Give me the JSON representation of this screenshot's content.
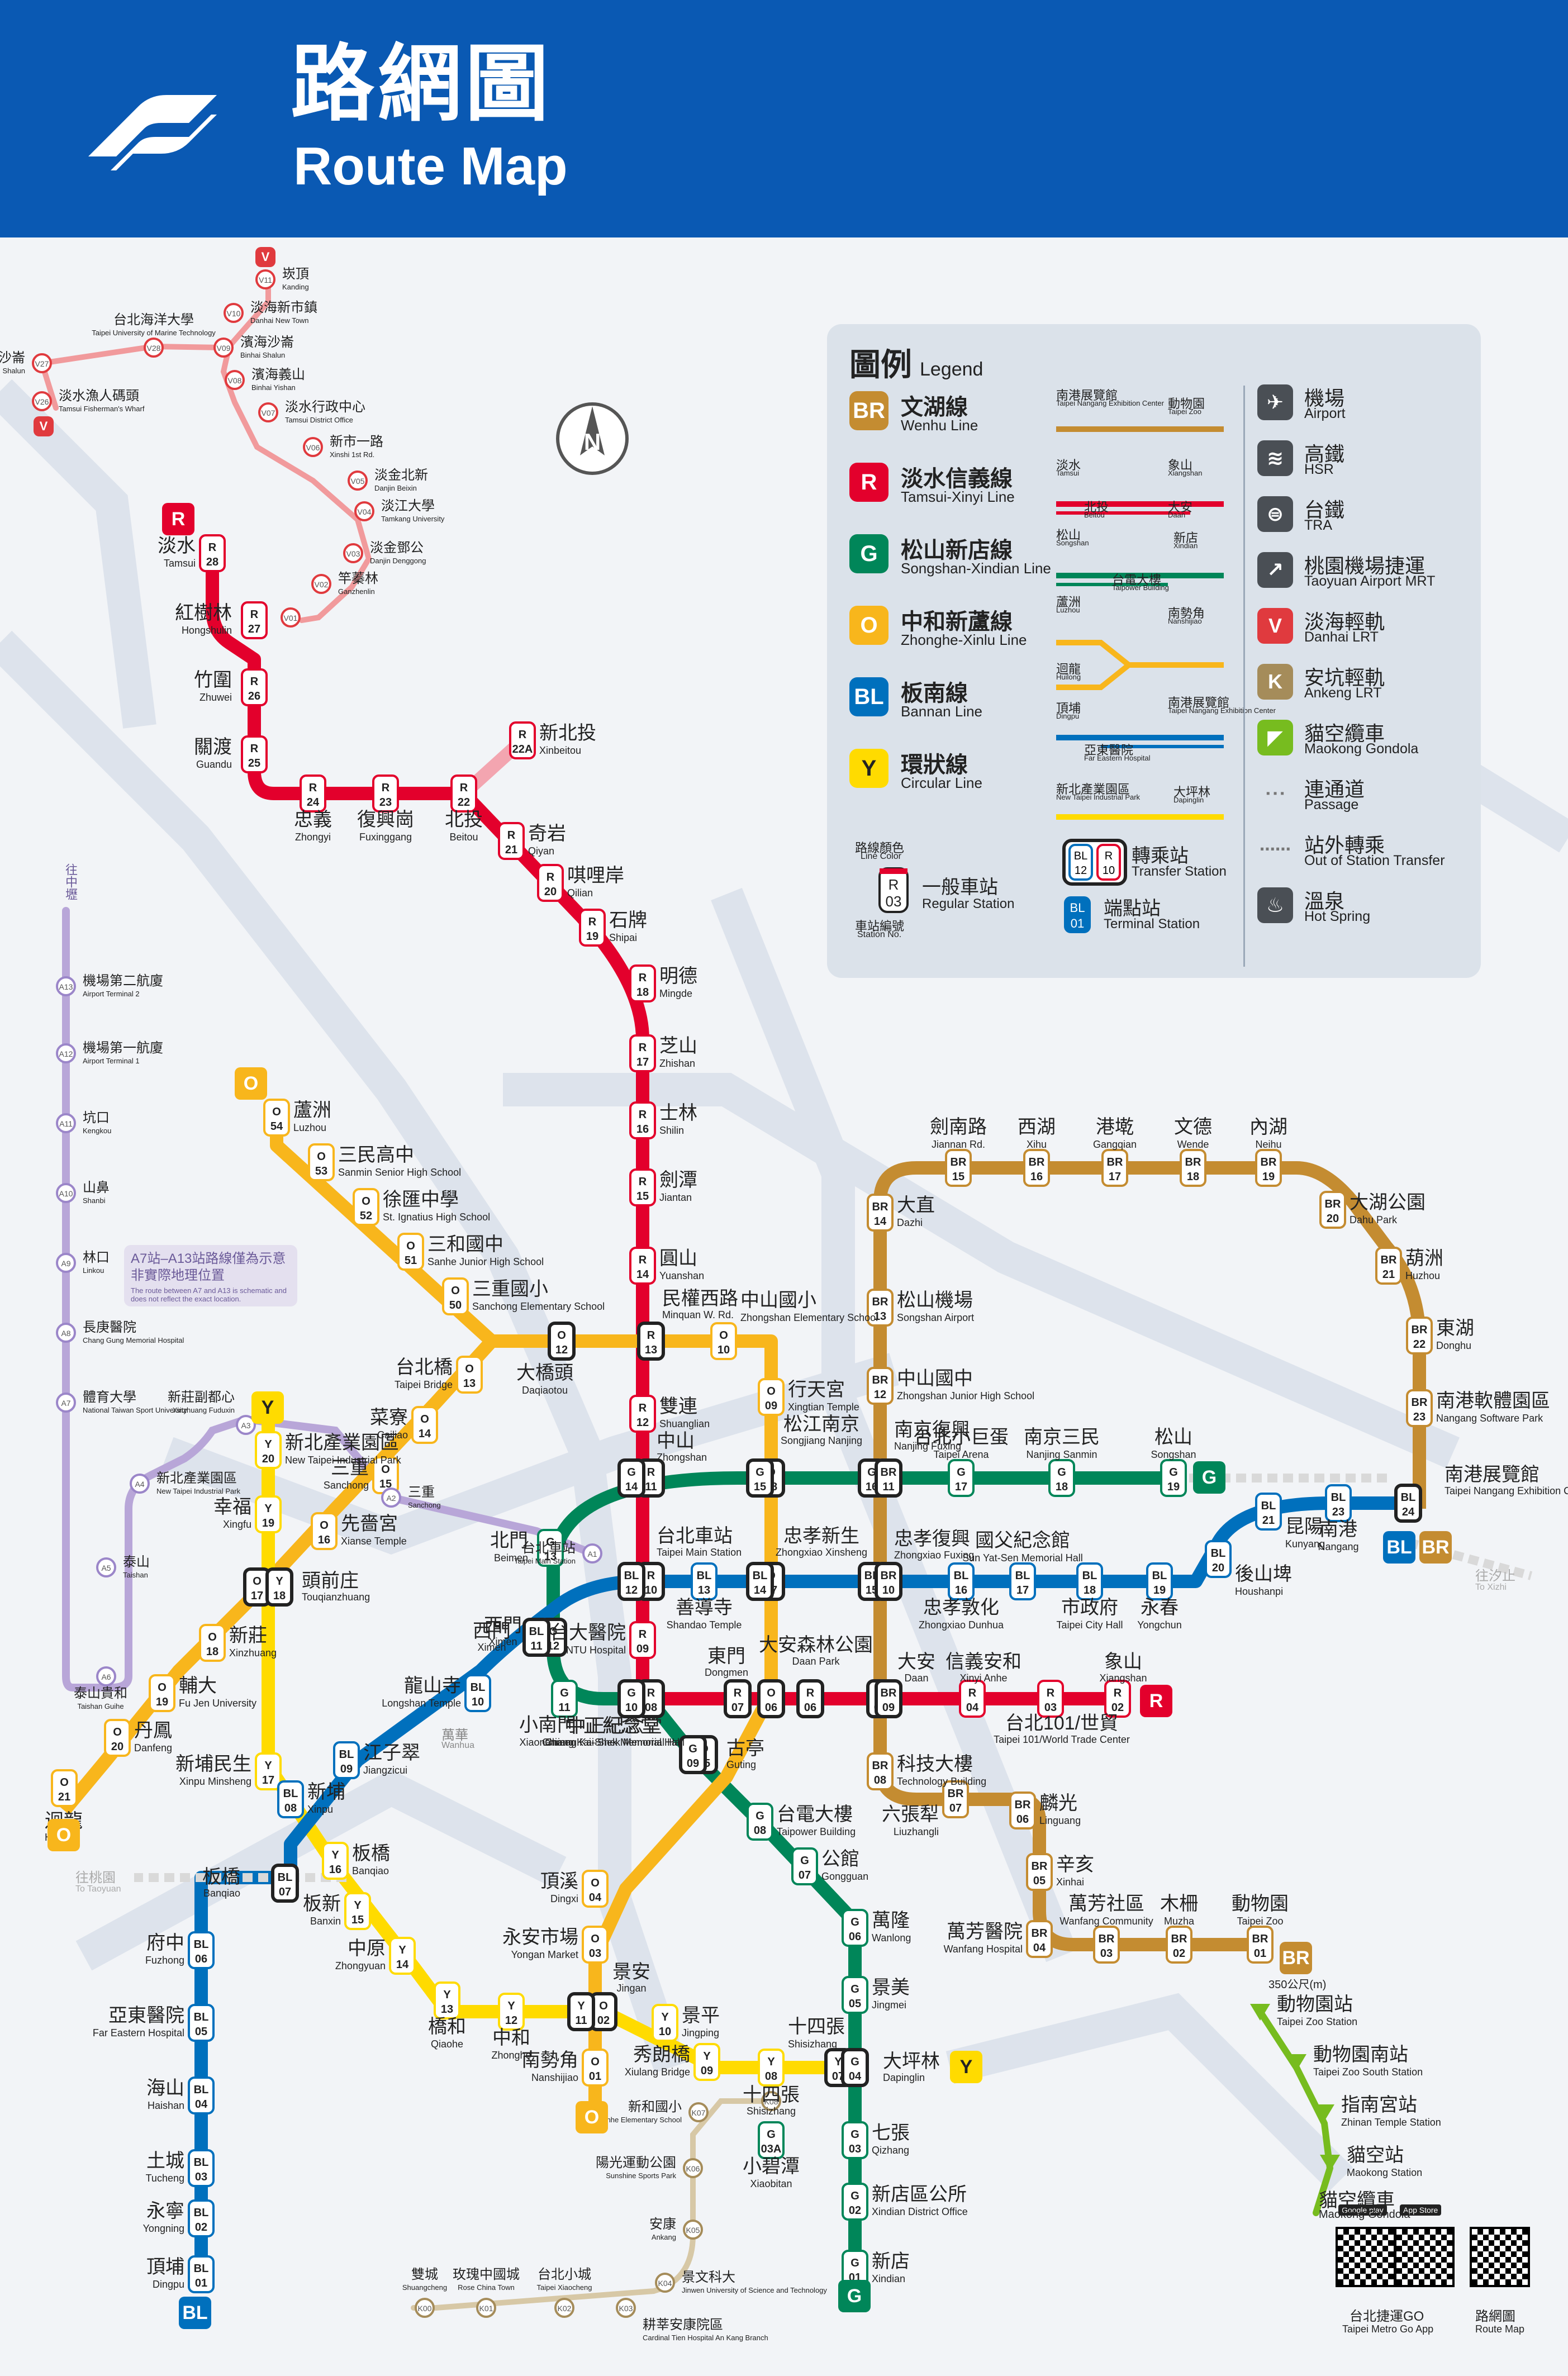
{
  "header": {
    "title_zh": "路網圖",
    "title_en": "Route Map"
  },
  "colors": {
    "header_blue": "#0a59b3",
    "wenhu_brown": "#c48c31",
    "tamsui_red": "#e3002c",
    "songshan_green": "#008659",
    "zhonghe_orange": "#f8b61c",
    "bannan_blue": "#0070bd",
    "circular_yellow": "#ffdb00",
    "danhai_red": "#e03a3e",
    "ankeng_gold": "#a58c5a",
    "gondola_green": "#77bc1f",
    "airport_purple": "#b8a6d8"
  },
  "legend": {
    "title_zh": "圖例",
    "title_en": "Legend",
    "lines": [
      {
        "code": "BR",
        "zh": "文湖線",
        "en": "Wenhu Line",
        "color": "#c48c31"
      },
      {
        "code": "R",
        "zh": "淡水信義線",
        "en": "Tamsui-Xinyi Line",
        "color": "#e3002c"
      },
      {
        "code": "G",
        "zh": "松山新店線",
        "en": "Songshan-Xindian Line",
        "color": "#008659"
      },
      {
        "code": "O",
        "zh": "中和新蘆線",
        "en": "Zhonghe-Xinlu Line",
        "color": "#f8b61c"
      },
      {
        "code": "BL",
        "zh": "板南線",
        "en": "Bannan Line",
        "color": "#0070bd"
      },
      {
        "code": "Y",
        "zh": "環狀線",
        "en": "Circular Line",
        "color": "#ffdb00"
      }
    ],
    "route_labels": [
      {
        "zh": "南港展覽館",
        "en": "Taipei Nangang Exhibition Center"
      },
      {
        "zh": "動物園",
        "en": "Taipei Zoo"
      },
      {
        "zh": "淡水",
        "en": "Tamsui"
      },
      {
        "zh": "象山",
        "en": "Xiangshan"
      },
      {
        "zh": "北投",
        "en": "Beitou"
      },
      {
        "zh": "大安",
        "en": "Daan"
      },
      {
        "zh": "松山",
        "en": "Songshan"
      },
      {
        "zh": "新店",
        "en": "Xindian"
      },
      {
        "zh": "台電大樓",
        "en": "Taipower Building"
      },
      {
        "zh": "蘆洲",
        "en": "Luzhou"
      },
      {
        "zh": "南勢角",
        "en": "Nanshijiao"
      },
      {
        "zh": "迴龍",
        "en": "Huilong"
      },
      {
        "zh": "頂埔",
        "en": "Dingpu"
      },
      {
        "zh": "南港展覽館",
        "en": "Taipei Nangang Exhibition Center"
      },
      {
        "zh": "亞東醫院",
        "en": "Far Eastern Hospital"
      },
      {
        "zh": "新北產業園區",
        "en": "New Taipei Industrial Park"
      },
      {
        "zh": "大坪林",
        "en": "Dapinglin"
      }
    ],
    "sample": {
      "line_color_zh": "路線顏色",
      "line_color_en": "Line Color",
      "station_no_zh": "車站編號",
      "station_no_en": "Station No.",
      "regular_zh": "一般車站",
      "regular_en": "Regular Station",
      "transfer_zh": "轉乘站",
      "transfer_en": "Transfer Station",
      "terminal_zh": "端點站",
      "terminal_en": "Terminal Station"
    },
    "icons": [
      {
        "icon": "airport-icon",
        "zh": "機場",
        "en": "Airport"
      },
      {
        "icon": "hsr-icon",
        "zh": "高鐵",
        "en": "HSR"
      },
      {
        "icon": "tra-icon",
        "zh": "台鐵",
        "en": "TRA"
      },
      {
        "icon": "airport-mrt-icon",
        "zh": "桃園機場捷運",
        "en": "Taoyuan Airport MRT"
      },
      {
        "icon": "danhai-lrt-icon",
        "zh": "淡海輕軌",
        "en": "Danhai LRT",
        "badge": "V"
      },
      {
        "icon": "ankeng-lrt-icon",
        "zh": "安坑輕軌",
        "en": "Ankeng LRT",
        "badge": "K"
      },
      {
        "icon": "gondola-icon",
        "zh": "貓空纜車",
        "en": "Maokong Gondola"
      },
      {
        "icon": "passage-icon",
        "zh": "連通道",
        "en": "Passage"
      },
      {
        "icon": "out-of-station-icon",
        "zh": "站外轉乘",
        "en": "Out of Station Transfer"
      },
      {
        "icon": "hot-spring-icon",
        "zh": "溫泉",
        "en": "Hot Spring"
      }
    ]
  },
  "line_badges": [
    {
      "code": "R"
    },
    {
      "code": "V"
    },
    {
      "code": "O"
    },
    {
      "code": "Y"
    },
    {
      "code": "G"
    },
    {
      "code": "BL"
    },
    {
      "code": "BR"
    }
  ],
  "stations": [
    {
      "code": "R28",
      "zh": "淡水",
      "en": "Tamsui"
    },
    {
      "code": "R27",
      "zh": "紅樹林",
      "en": "Hongshulin"
    },
    {
      "code": "R26",
      "zh": "竹圍",
      "en": "Zhuwei"
    },
    {
      "code": "R25",
      "zh": "關渡",
      "en": "Guandu"
    },
    {
      "code": "R24",
      "zh": "忠義",
      "en": "Zhongyi"
    },
    {
      "code": "R23",
      "zh": "復興崗",
      "en": "Fuxinggang"
    },
    {
      "code": "R22",
      "zh": "北投",
      "en": "Beitou"
    },
    {
      "code": "R22A",
      "zh": "新北投",
      "en": "Xinbeitou"
    },
    {
      "code": "R21",
      "zh": "奇岩",
      "en": "Qiyan"
    },
    {
      "code": "R20",
      "zh": "唭哩岸",
      "en": "Qilian"
    },
    {
      "code": "R19",
      "zh": "石牌",
      "en": "Shipai"
    },
    {
      "code": "R18",
      "zh": "明德",
      "en": "Mingde"
    },
    {
      "code": "R17",
      "zh": "芝山",
      "en": "Zhishan"
    },
    {
      "code": "R16",
      "zh": "士林",
      "en": "Shilin"
    },
    {
      "code": "R15",
      "zh": "劍潭",
      "en": "Jiantan"
    },
    {
      "code": "R14",
      "zh": "圓山",
      "en": "Yuanshan"
    },
    {
      "code": "R13",
      "zh": "民權西路",
      "en": "Minquan W. Rd."
    },
    {
      "code": "R12",
      "zh": "雙連",
      "en": "Shuanglian"
    },
    {
      "code": "R11",
      "zh": "中山",
      "en": "Zhongshan"
    },
    {
      "code": "R10",
      "zh": "台北車站",
      "en": "Taipei Main Station"
    },
    {
      "code": "R09",
      "zh": "台大醫院",
      "en": "NTU Hospital"
    },
    {
      "code": "R08",
      "zh": "中正紀念堂",
      "en": "Chiang Kai-Shek Memorial Hall"
    },
    {
      "code": "R07",
      "zh": "東門",
      "en": "Dongmen"
    },
    {
      "code": "R06",
      "zh": "大安森林公園",
      "en": "Daan Park"
    },
    {
      "code": "R05",
      "zh": "大安",
      "en": "Daan"
    },
    {
      "code": "R04",
      "zh": "信義安和",
      "en": "Xinyi Anhe"
    },
    {
      "code": "R03",
      "zh": "台北101/世貿",
      "en": "Taipei 101/World Trade Center"
    },
    {
      "code": "R02",
      "zh": "象山",
      "en": "Xiangshan"
    },
    {
      "code": "V01",
      "zh": "紅樹林",
      "en": "Hongshulin"
    },
    {
      "code": "V02",
      "zh": "竿蓁林",
      "en": "Ganzhenlin"
    },
    {
      "code": "V03",
      "zh": "淡金鄧公",
      "en": "Danjin Denggong"
    },
    {
      "code": "V04",
      "zh": "淡江大學",
      "en": "Tamkang University"
    },
    {
      "code": "V05",
      "zh": "淡金北新",
      "en": "Danjin Beixin"
    },
    {
      "code": "V06",
      "zh": "新市一路",
      "en": "Xinshi 1st Rd."
    },
    {
      "code": "V07",
      "zh": "淡水行政中心",
      "en": "Tamsui District Office"
    },
    {
      "code": "V08",
      "zh": "濱海義山",
      "en": "Binhai Yishan"
    },
    {
      "code": "V09",
      "zh": "濱海沙崙",
      "en": "Binhai Shalun"
    },
    {
      "code": "V10",
      "zh": "淡海新市鎮",
      "en": "Danhai New Town"
    },
    {
      "code": "V11",
      "zh": "崁頂",
      "en": "Kanding"
    },
    {
      "code": "V26",
      "zh": "淡水漁人碼頭",
      "en": "Tamsui Fisherman's Wharf"
    },
    {
      "code": "V27",
      "zh": "沙崙",
      "en": "Shalun"
    },
    {
      "code": "V28",
      "zh": "台北海洋大學",
      "en": "Taipei University of Marine Technology"
    },
    {
      "code": "O54",
      "zh": "蘆洲",
      "en": "Luzhou"
    },
    {
      "code": "O53",
      "zh": "三民高中",
      "en": "Sanmin Senior High School"
    },
    {
      "code": "O52",
      "zh": "徐匯中學",
      "en": "St. Ignatius High School"
    },
    {
      "code": "O51",
      "zh": "三和國中",
      "en": "Sanhe Junior High School"
    },
    {
      "code": "O50",
      "zh": "三重國小",
      "en": "Sanchong Elementary School"
    },
    {
      "code": "O12",
      "zh": "大橋頭",
      "en": "Daqiaotou"
    },
    {
      "code": "O10",
      "zh": "中山國小",
      "en": "Zhongshan Elementary School"
    },
    {
      "code": "O09",
      "zh": "行天宮",
      "en": "Xingtian Temple"
    },
    {
      "code": "O08",
      "zh": "松江南京",
      "en": "Songjiang Nanjing"
    },
    {
      "code": "O07",
      "zh": "忠孝新生",
      "en": "Zhongxiao Xinsheng"
    },
    {
      "code": "O06",
      "zh": "東門",
      "en": "Dongmen"
    },
    {
      "code": "O05",
      "zh": "古亭",
      "en": "Guting"
    },
    {
      "code": "O04",
      "zh": "頂溪",
      "en": "Dingxi"
    },
    {
      "code": "O03",
      "zh": "永安市場",
      "en": "Yongan Market"
    },
    {
      "code": "O02",
      "zh": "景安",
      "en": "Jingan"
    },
    {
      "code": "O01",
      "zh": "南勢角",
      "en": "Nanshijiao"
    },
    {
      "code": "O13",
      "zh": "台北橋",
      "en": "Taipei Bridge"
    },
    {
      "code": "O14",
      "zh": "菜寮",
      "en": "Cailiao"
    },
    {
      "code": "O15",
      "zh": "三重",
      "en": "Sanchong"
    },
    {
      "code": "O16",
      "zh": "先嗇宮",
      "en": "Xianse Temple"
    },
    {
      "code": "O17",
      "zh": "頭前庄",
      "en": "Touqianzhuang"
    },
    {
      "code": "O18",
      "zh": "新莊",
      "en": "Xinzhuang"
    },
    {
      "code": "O19",
      "zh": "輔大",
      "en": "Fu Jen University"
    },
    {
      "code": "O20",
      "zh": "丹鳳",
      "en": "Danfeng"
    },
    {
      "code": "O21",
      "zh": "迴龍",
      "en": "Huilong"
    },
    {
      "code": "Y20",
      "zh": "新北產業園區",
      "en": "New Taipei Industrial Park"
    },
    {
      "code": "Y19",
      "zh": "幸福",
      "en": "Xingfu"
    },
    {
      "code": "Y18",
      "zh": "頭前庄",
      "en": "Touqianzhuang"
    },
    {
      "code": "Y17",
      "zh": "新埔民生",
      "en": "Xinpu Minsheng"
    },
    {
      "code": "Y16",
      "zh": "板橋",
      "en": "Banqiao"
    },
    {
      "code": "Y15",
      "zh": "板新",
      "en": "Banxin"
    },
    {
      "code": "Y14",
      "zh": "中原",
      "en": "Zhongyuan"
    },
    {
      "code": "Y13",
      "zh": "橋和",
      "en": "Qiaohe"
    },
    {
      "code": "Y12",
      "zh": "中和",
      "en": "Zhonghe"
    },
    {
      "code": "Y11",
      "zh": "景安",
      "en": "Jingan"
    },
    {
      "code": "Y10",
      "zh": "景平",
      "en": "Jingping"
    },
    {
      "code": "Y09",
      "zh": "秀朗橋",
      "en": "Xiulang Bridge"
    },
    {
      "code": "Y08",
      "zh": "十四張",
      "en": "Shisizhang"
    },
    {
      "code": "Y07",
      "zh": "大坪林",
      "en": "Dapinglin"
    },
    {
      "code": "G19",
      "zh": "松山",
      "en": "Songshan"
    },
    {
      "code": "G18",
      "zh": "南京三民",
      "en": "Nanjing Sanmin"
    },
    {
      "code": "G17",
      "zh": "台北小巨蛋",
      "en": "Taipei Arena"
    },
    {
      "code": "G16",
      "zh": "南京復興",
      "en": "Nanjing Fuxing"
    },
    {
      "code": "G15",
      "zh": "松江南京",
      "en": "Songjiang Nanjing"
    },
    {
      "code": "G14",
      "zh": "中山",
      "en": "Zhongshan"
    },
    {
      "code": "G13",
      "zh": "北門",
      "en": "Beimen"
    },
    {
      "code": "G12",
      "zh": "西門",
      "en": "Ximen"
    },
    {
      "code": "G11",
      "zh": "小南門",
      "en": "Xiaonanmen"
    },
    {
      "code": "G10",
      "zh": "中正紀念堂",
      "en": "Chiang Kai-Shek Memorial Hall"
    },
    {
      "code": "G09",
      "zh": "古亭",
      "en": "Guting"
    },
    {
      "code": "G08",
      "zh": "台電大樓",
      "en": "Taipower Building"
    },
    {
      "code": "G07",
      "zh": "公館",
      "en": "Gongguan"
    },
    {
      "code": "G06",
      "zh": "萬隆",
      "en": "Wanlong"
    },
    {
      "code": "G05",
      "zh": "景美",
      "en": "Jingmei"
    },
    {
      "code": "G04",
      "zh": "大坪林",
      "en": "Dapinglin"
    },
    {
      "code": "G03",
      "zh": "七張",
      "en": "Qizhang"
    },
    {
      "code": "G03A",
      "zh": "小碧潭",
      "en": "Xiaobitan"
    },
    {
      "code": "G02",
      "zh": "新店區公所",
      "en": "Xindian District Office"
    },
    {
      "code": "G01",
      "zh": "新店",
      "en": "Xindian"
    },
    {
      "code": "BL23",
      "zh": "南港",
      "en": "Nangang"
    },
    {
      "code": "BL24",
      "zh": "南港展覽館",
      "en": "Taipei Nangang Exhibition Center"
    },
    {
      "code": "BL21",
      "zh": "昆陽",
      "en": "Kunyang"
    },
    {
      "code": "BL20",
      "zh": "後山埤",
      "en": "Houshanpi"
    },
    {
      "code": "BL19",
      "zh": "永春",
      "en": "Yongchun"
    },
    {
      "code": "BL18",
      "zh": "市政府",
      "en": "Taipei City Hall"
    },
    {
      "code": "BL17",
      "zh": "國父紀念館",
      "en": "Sun Yat-Sen Memorial Hall"
    },
    {
      "code": "BL16",
      "zh": "忠孝敦化",
      "en": "Zhongxiao Dunhua"
    },
    {
      "code": "BL15",
      "zh": "忠孝復興",
      "en": "Zhongxiao Fuxing"
    },
    {
      "code": "BL14",
      "zh": "忠孝新生",
      "en": "Zhongxiao Xinsheng"
    },
    {
      "code": "BL13",
      "zh": "善導寺",
      "en": "Shandao Temple"
    },
    {
      "code": "BL12",
      "zh": "台北車站",
      "en": "Taipei Main Station"
    },
    {
      "code": "BL11",
      "zh": "西門",
      "en": "Ximen"
    },
    {
      "code": "BL10",
      "zh": "龍山寺",
      "en": "Longshan Temple"
    },
    {
      "code": "BL09",
      "zh": "江子翠",
      "en": "Jiangzicui"
    },
    {
      "code": "BL08",
      "zh": "新埔",
      "en": "Xinpu"
    },
    {
      "code": "BL07",
      "zh": "板橋",
      "en": "Banqiao"
    },
    {
      "code": "BL06",
      "zh": "府中",
      "en": "Fuzhong"
    },
    {
      "code": "BL05",
      "zh": "亞東醫院",
      "en": "Far Eastern Hospital"
    },
    {
      "code": "BL04",
      "zh": "海山",
      "en": "Haishan"
    },
    {
      "code": "BL03",
      "zh": "土城",
      "en": "Tucheng"
    },
    {
      "code": "BL02",
      "zh": "永寧",
      "en": "Yongning"
    },
    {
      "code": "BL01",
      "zh": "頂埔",
      "en": "Dingpu"
    },
    {
      "code": "BR15",
      "zh": "劍南路",
      "en": "Jiannan Rd."
    },
    {
      "code": "BR16",
      "zh": "西湖",
      "en": "Xihu"
    },
    {
      "code": "BR17",
      "zh": "港墘",
      "en": "Gangqian"
    },
    {
      "code": "BR18",
      "zh": "文德",
      "en": "Wende"
    },
    {
      "code": "BR19",
      "zh": "內湖",
      "en": "Neihu"
    },
    {
      "code": "BR20",
      "zh": "大湖公園",
      "en": "Dahu Park"
    },
    {
      "code": "BR21",
      "zh": "葫洲",
      "en": "Huzhou"
    },
    {
      "code": "BR22",
      "zh": "東湖",
      "en": "Donghu"
    },
    {
      "code": "BR23",
      "zh": "南港軟體園區",
      "en": "Nangang Software Park"
    },
    {
      "code": "BR14",
      "zh": "大直",
      "en": "Dazhi"
    },
    {
      "code": "BR13",
      "zh": "松山機場",
      "en": "Songshan Airport"
    },
    {
      "code": "BR12",
      "zh": "中山國中",
      "en": "Zhongshan Junior High School"
    },
    {
      "code": "BR11",
      "zh": "南京復興",
      "en": "Nanjing Fuxing"
    },
    {
      "code": "BR10",
      "zh": "忠孝復興",
      "en": "Zhongxiao Fuxing"
    },
    {
      "code": "BR09",
      "zh": "大安",
      "en": "Daan"
    },
    {
      "code": "BR08",
      "zh": "科技大樓",
      "en": "Technology Building"
    },
    {
      "code": "BR07",
      "zh": "六張犁",
      "en": "Liuzhangli"
    },
    {
      "code": "BR06",
      "zh": "麟光",
      "en": "Linguang"
    },
    {
      "code": "BR05",
      "zh": "辛亥",
      "en": "Xinhai"
    },
    {
      "code": "BR04",
      "zh": "萬芳醫院",
      "en": "Wanfang Hospital"
    },
    {
      "code": "BR03",
      "zh": "萬芳社區",
      "en": "Wanfang Community"
    },
    {
      "code": "BR02",
      "zh": "木柵",
      "en": "Muzha"
    },
    {
      "code": "BR01",
      "zh": "動物園",
      "en": "Taipei Zoo"
    },
    {
      "code": "A13",
      "zh": "機場第二航廈",
      "en": "Airport Terminal 2"
    },
    {
      "code": "A12",
      "zh": "機場第一航廈",
      "en": "Airport Terminal 1"
    },
    {
      "code": "A11",
      "zh": "坑口",
      "en": "Kengkou"
    },
    {
      "code": "A10",
      "zh": "山鼻",
      "en": "Shanbi"
    },
    {
      "code": "A9",
      "zh": "林口",
      "en": "Linkou"
    },
    {
      "code": "A8",
      "zh": "長庚醫院",
      "en": "Chang Gung Memorial Hospital"
    },
    {
      "code": "A7",
      "zh": "體育大學",
      "en": "National Taiwan Sport University"
    },
    {
      "code": "A6",
      "zh": "泰山貴和",
      "en": "Taishan Guihe"
    },
    {
      "code": "A5",
      "zh": "泰山",
      "en": "Taishan"
    },
    {
      "code": "A4",
      "zh": "新北產業園區",
      "en": "New Taipei Industrial Park"
    },
    {
      "code": "A3",
      "zh": "新莊副都心",
      "en": "Xinzhuang Fuduxin"
    },
    {
      "code": "A2",
      "zh": "三重",
      "en": "Sanchong"
    },
    {
      "code": "A1",
      "zh": "台北車站",
      "en": "Taipei Main Station"
    },
    {
      "code": "K08",
      "zh": "十四張",
      "en": "Shisizhang"
    },
    {
      "code": "K07",
      "zh": "新和國小",
      "en": "Xinhe Elementary School"
    },
    {
      "code": "K06",
      "zh": "陽光運動公園",
      "en": "Sunshine Sports Park"
    },
    {
      "code": "K05",
      "zh": "安康",
      "en": "Ankang"
    },
    {
      "code": "K04",
      "zh": "景文科大",
      "en": "Jinwen University of Science and Technology"
    },
    {
      "code": "K03",
      "zh": "耕莘安康院區",
      "en": "Cardinal Tien Hospital An Kang Branch"
    },
    {
      "code": "K02",
      "zh": "台北小城",
      "en": "Taipei Xiaocheng"
    },
    {
      "code": "K01",
      "zh": "玫瑰中國城",
      "en": "Rose China Town"
    },
    {
      "code": "K00",
      "zh": "雙城",
      "en": "Shuangcheng"
    },
    {
      "code": "MK1",
      "zh": "動物園站",
      "en": "Taipei Zoo Station"
    },
    {
      "code": "MK2",
      "zh": "動物園南站",
      "en": "Taipei Zoo South Station"
    },
    {
      "code": "MK3",
      "zh": "指南宮站",
      "en": "Zhinan Temple Station"
    },
    {
      "code": "MK4",
      "zh": "貓空站",
      "en": "Maokong Station"
    }
  ],
  "notes": {
    "airport_note_zh": "A7站–A13站路線僅為示意 非實際地理位置",
    "airport_note_en": "The route between A7 and A13 is schematic and does not reflect the exact location.",
    "to_zhongli_zh": "往中壢",
    "to_zhongli_en": "To Zhongli",
    "to_taoyuan_zh": "往桃園",
    "to_taoyuan_en": "To Taoyuan",
    "to_xizhi_zh": "往汐止",
    "to_xizhi_en": "To Xizhi",
    "wanhua_zh": "萬華",
    "wanhua_en": "Wanhua",
    "gondola_zh": "貓空纜車",
    "gondola_en": "Maokong Gondola",
    "distance": "350公尺(m)"
  },
  "apps": [
    {
      "zh": "台北捷運GO",
      "en": "Taipei Metro Go App"
    },
    {
      "zh": "路網圖",
      "en": "Route Map"
    }
  ],
  "store_badges": {
    "google": "Google play",
    "apple": "App Store"
  }
}
